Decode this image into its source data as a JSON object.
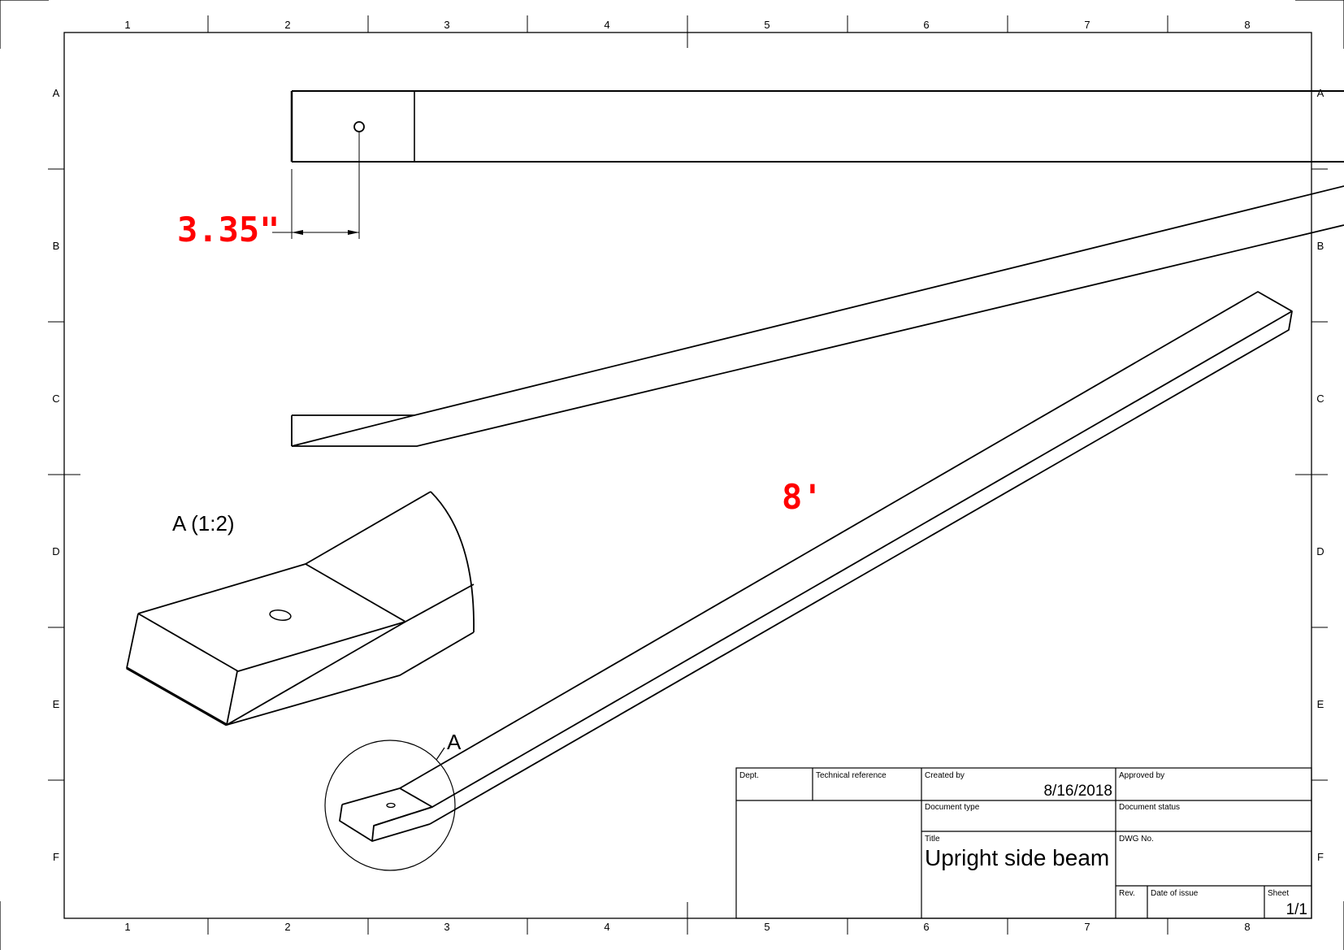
{
  "drawing": {
    "zones": {
      "columns": [
        "1",
        "2",
        "3",
        "4",
        "5",
        "6",
        "7",
        "8"
      ],
      "rows": [
        "A",
        "B",
        "C",
        "D",
        "E",
        "F"
      ]
    },
    "annotations": {
      "hole_offset": "3.35\"",
      "beam_length": "8'",
      "detail_label": "A (1:2)",
      "detail_callout": "A",
      "annotation_color": "#ff0000"
    },
    "title_block": {
      "dept_label": "Dept.",
      "dept_value": "",
      "tech_ref_label": "Technical reference",
      "tech_ref_value": "",
      "created_by_label": "Created by",
      "created_by_value": "",
      "date": "8/16/2018",
      "approved_by_label": "Approved by",
      "approved_by_value": "",
      "document_type_label": "Document type",
      "document_type_value": "",
      "document_status_label": "Document status",
      "document_status_value": "",
      "title_label": "Title",
      "title": "Upright side beam",
      "dwg_no_label": "DWG No.",
      "dwg_no_value": "",
      "rev_label": "Rev.",
      "rev_value": "",
      "date_of_issue_label": "Date of issue",
      "date_of_issue_value": "",
      "sheet_label": "Sheet",
      "sheet_value": "1/1"
    }
  }
}
